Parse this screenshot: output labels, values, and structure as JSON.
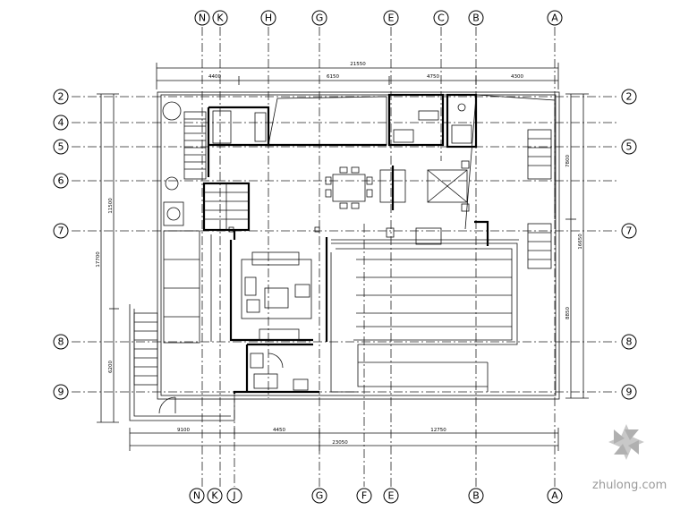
{
  "axes": {
    "top_vertical": [
      "N",
      "K",
      "H",
      "G",
      "E",
      "C",
      "B",
      "A"
    ],
    "bottom_vertical": [
      "N",
      "K",
      "J",
      "G",
      "F",
      "E",
      "B",
      "A"
    ],
    "horizontal": [
      "2",
      "4",
      "5",
      "6",
      "7",
      "8",
      "9"
    ]
  },
  "dimensions": {
    "top_total": "21550",
    "top_segments": [
      "4400",
      "6150",
      "4750",
      "4300"
    ],
    "bottom_total": "23050",
    "bottom_segments": [
      "9100",
      "4450",
      "12750"
    ],
    "left_outer": "17700",
    "left_upper": "11500",
    "left_lower": "6200",
    "right_outer": "16650",
    "right_upper": "7800",
    "right_lower": "8850"
  },
  "watermark": {
    "text": "zhulong.com",
    "color": "#9a9a9a"
  }
}
